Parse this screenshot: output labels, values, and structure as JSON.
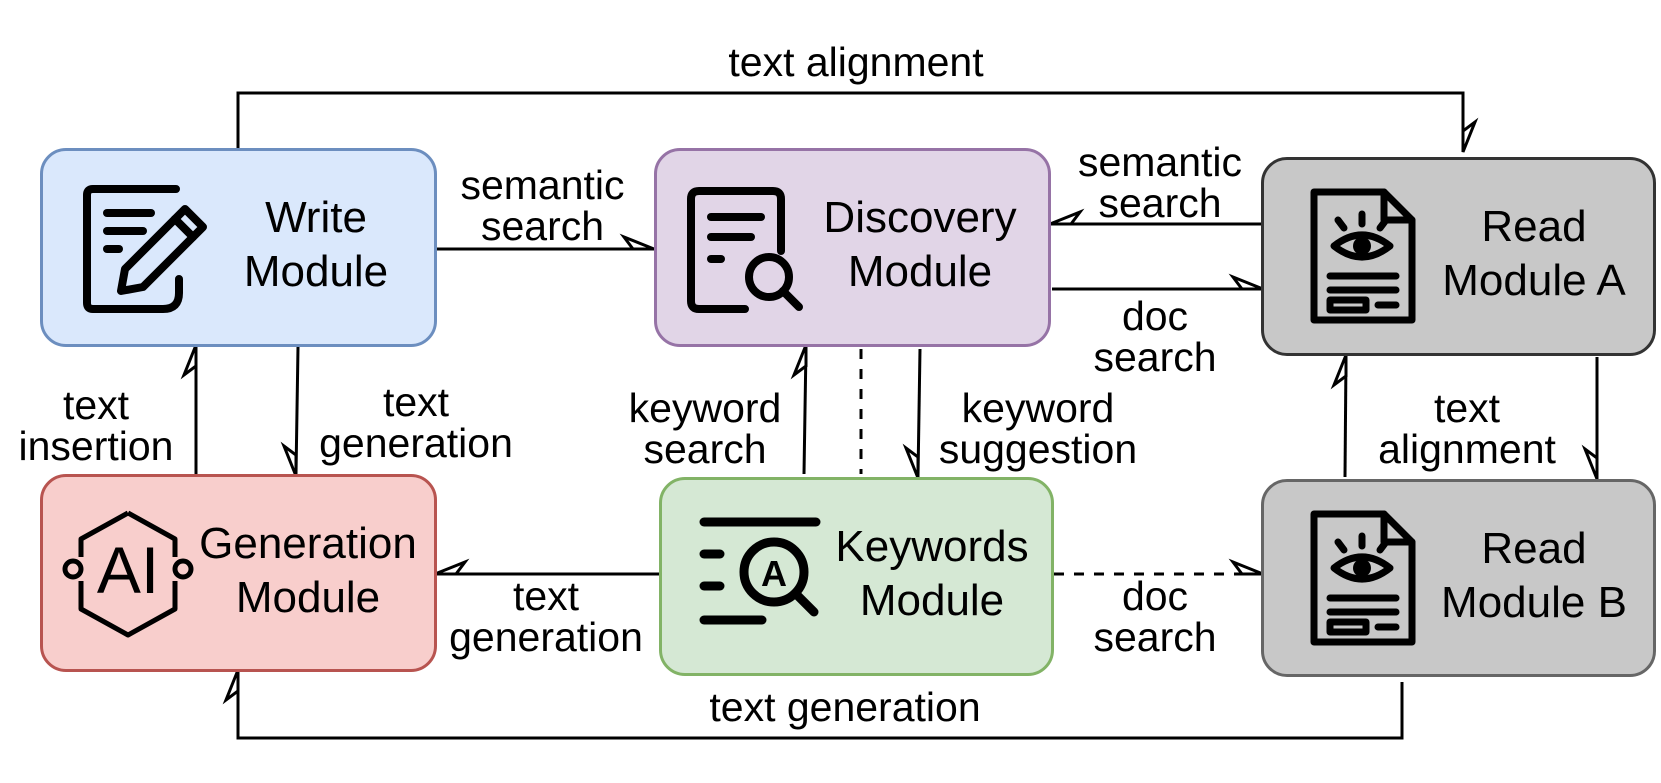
{
  "modules": {
    "write": {
      "line1": "Write",
      "line2": "Module",
      "fill": "#dae8fc",
      "stroke": "#6c8ebf"
    },
    "discovery": {
      "line1": "Discovery",
      "line2": "Module",
      "fill": "#e1d5e7",
      "stroke": "#9673a6"
    },
    "readA": {
      "line1": "Read",
      "line2": "Module A",
      "fill": "#c8c8c8",
      "stroke": "#333333"
    },
    "generation": {
      "line1": "Generation",
      "line2": "Module",
      "fill": "#f8cecc",
      "stroke": "#b85450"
    },
    "keywords": {
      "line1": "Keywords",
      "line2": "Module",
      "fill": "#d5e8d4",
      "stroke": "#82b366"
    },
    "readB": {
      "line1": "Read",
      "line2": "Module B",
      "fill": "#c8c8c8",
      "stroke": "#666666"
    }
  },
  "icons": {
    "write": "pencil-document-icon",
    "discovery": "document-search-icon",
    "readA": "document-eye-icon",
    "generation": "ai-hexagon-icon",
    "keywords": "keyword-search-icon",
    "readB": "document-eye-icon"
  },
  "edges": {
    "top_alignment": "text alignment",
    "write_discovery": {
      "line1": "semantic",
      "line2": "search"
    },
    "readA_discovery": {
      "line1": "semantic",
      "line2": "search"
    },
    "discovery_readA": {
      "line1": "doc",
      "line2": "search"
    },
    "text_insertion": {
      "line1": "text",
      "line2": "insertion"
    },
    "write_generation": {
      "line1": "text",
      "line2": "generation"
    },
    "keyword_search": {
      "line1": "keyword",
      "line2": "search"
    },
    "keyword_suggestion": {
      "line1": "keyword",
      "line2": "suggestion"
    },
    "readA_readB": {
      "line1": "text",
      "line2": "alignment"
    },
    "keywords_generation": {
      "line1": "text",
      "line2": "generation"
    },
    "keywords_readB": {
      "line1": "doc",
      "line2": "search"
    },
    "bottom_generation": "text generation"
  }
}
